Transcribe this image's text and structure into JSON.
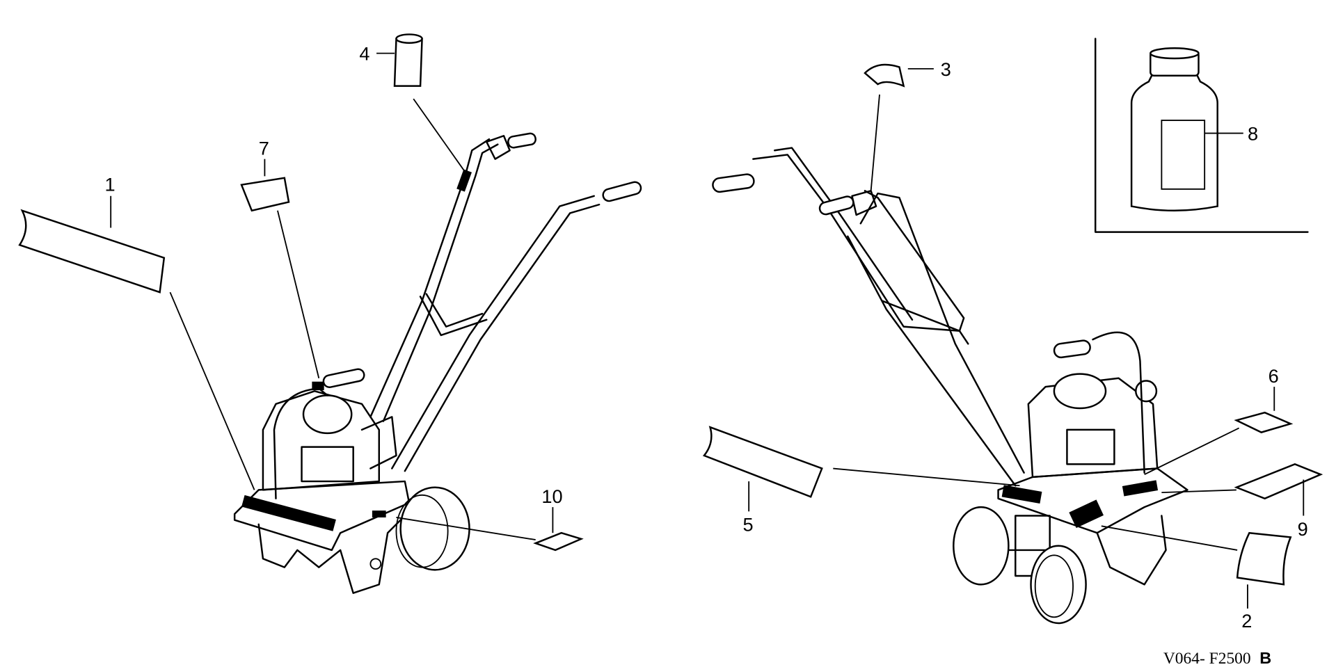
{
  "diagram": {
    "callouts": [
      {
        "id": "1",
        "part": "label-1"
      },
      {
        "id": "2",
        "part": "label-2"
      },
      {
        "id": "3",
        "part": "label-3"
      },
      {
        "id": "4",
        "part": "label-4"
      },
      {
        "id": "5",
        "part": "label-5"
      },
      {
        "id": "6",
        "part": "label-6"
      },
      {
        "id": "7",
        "part": "label-7"
      },
      {
        "id": "8",
        "part": "label-8"
      },
      {
        "id": "9",
        "part": "label-9"
      },
      {
        "id": "10",
        "part": "label-10"
      }
    ],
    "figure_code": "V064- F2500",
    "figure_revision": "B"
  }
}
